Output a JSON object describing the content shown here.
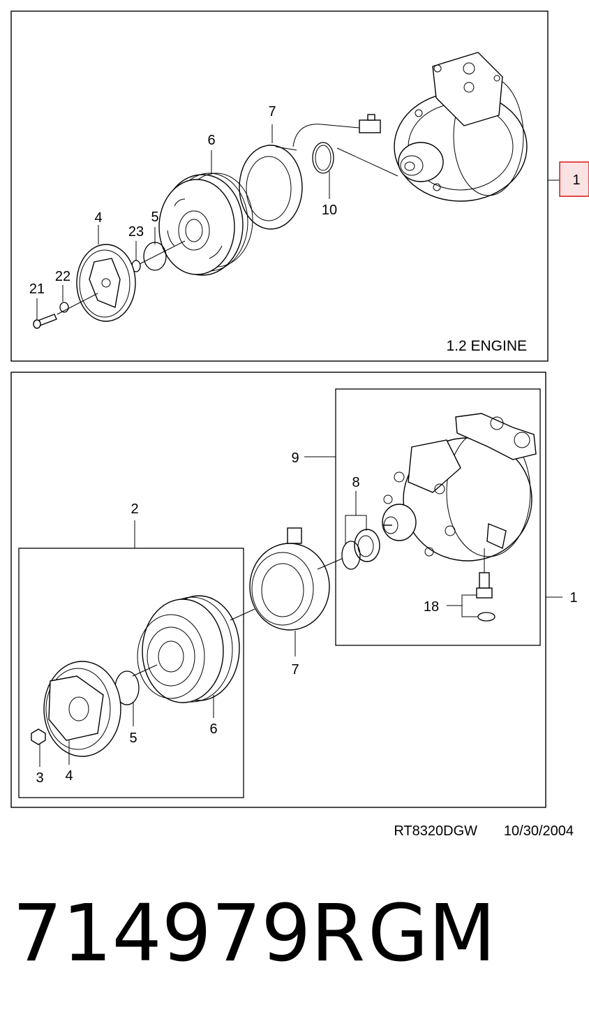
{
  "top_panel": {
    "engine_label": "1.2 ENGINE",
    "callouts": {
      "p1": "1",
      "p4": "4",
      "p5": "5",
      "p6": "6",
      "p7": "7",
      "p10": "10",
      "p21": "21",
      "p22": "22",
      "p23": "23"
    },
    "highlight_color": "#e02020"
  },
  "bottom_panel": {
    "callouts": {
      "p1": "1",
      "p2": "2",
      "p3": "3",
      "p4": "4",
      "p5": "5",
      "p6": "6",
      "p7": "7",
      "p8": "8",
      "p9": "9",
      "p18": "18"
    }
  },
  "reference": {
    "code": "RT8320DGW",
    "date": "10/30/2004"
  },
  "part_number": "714979R",
  "brand": "GM"
}
